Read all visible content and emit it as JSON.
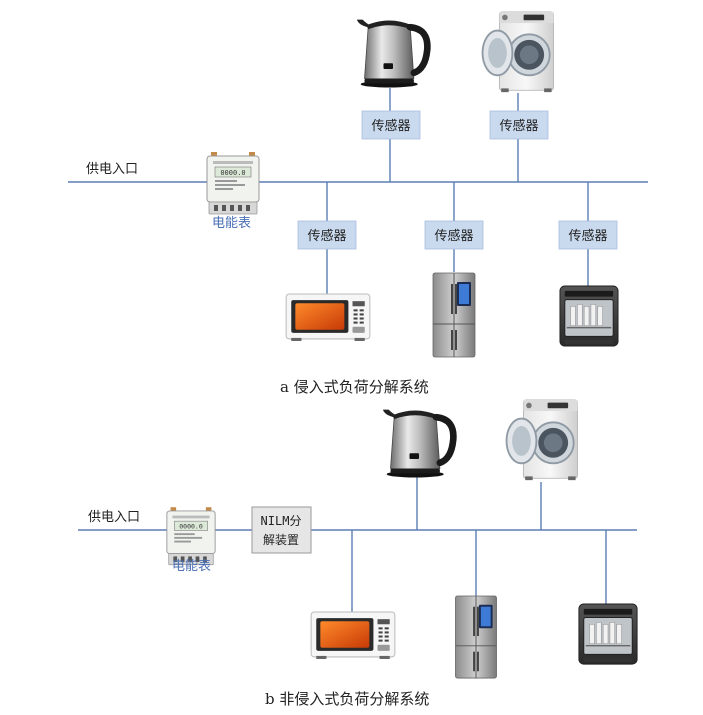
{
  "part_a": {
    "supply_label": "供电入口",
    "meter_label": "电能表",
    "sensor_label": "传感器",
    "caption": "a 侵入式负荷分解系统"
  },
  "part_b": {
    "supply_label": "供电入口",
    "meter_label": "电能表",
    "nilm_line1": "NILM分",
    "nilm_line2": "解装置",
    "caption": "b 非侵入式负荷分解系统"
  },
  "appliances": [
    "electric-kettle",
    "washing-machine",
    "microwave-oven",
    "refrigerator",
    "dishwasher"
  ],
  "colors": {
    "wire": "#5b7fb5",
    "sensor_fill": "#c9d9ee",
    "nilm_fill": "#e6e6e6",
    "meter_label": "#4a6fb5"
  }
}
